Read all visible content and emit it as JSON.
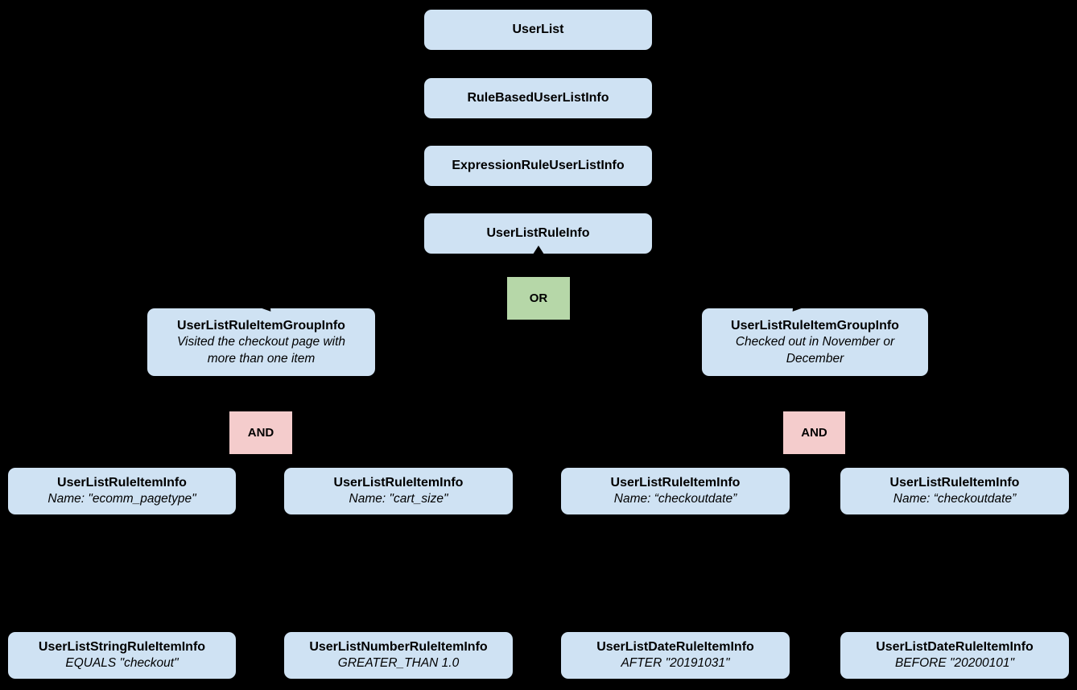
{
  "diagram": {
    "background": "#000000",
    "palette": {
      "class_box_fill": "#cfe2f3",
      "or_box_fill": "#b6d7a8",
      "and_box_fill": "#f4cccc",
      "text_color": "#000000"
    },
    "chain": [
      {
        "title": "UserList"
      },
      {
        "title": "RuleBasedUserListInfo"
      },
      {
        "title": "ExpressionRuleUserListInfo"
      },
      {
        "title": "UserListRuleInfo"
      }
    ],
    "or_operator": {
      "label": "OR"
    },
    "groups": [
      {
        "title": "UserListRuleItemGroupInfo",
        "description": "Visited the checkout page with more than one item",
        "operator": "AND"
      },
      {
        "title": "UserListRuleItemGroupInfo",
        "description": "Checked out in November or December",
        "operator": "AND"
      }
    ],
    "rule_items": [
      {
        "title": "UserListRuleItemInfo",
        "subtitle": "Name: \"ecomm_pagetype\""
      },
      {
        "title": "UserListRuleItemInfo",
        "subtitle": "Name: \"cart_size\""
      },
      {
        "title": "UserListRuleItemInfo",
        "subtitle": "Name: “checkoutdate”"
      },
      {
        "title": "UserListRuleItemInfo",
        "subtitle": "Name: “checkoutdate”"
      }
    ],
    "leaf_items": [
      {
        "title": "UserListStringRuleItemInfo",
        "subtitle": "EQUALS \"checkout\""
      },
      {
        "title": "UserListNumberRuleItemInfo",
        "subtitle": "GREATER_THAN 1.0"
      },
      {
        "title": "UserListDateRuleItemInfo",
        "subtitle": "AFTER \"20191031\""
      },
      {
        "title": "UserListDateRuleItemInfo",
        "subtitle": "BEFORE \"20200101\""
      }
    ]
  }
}
